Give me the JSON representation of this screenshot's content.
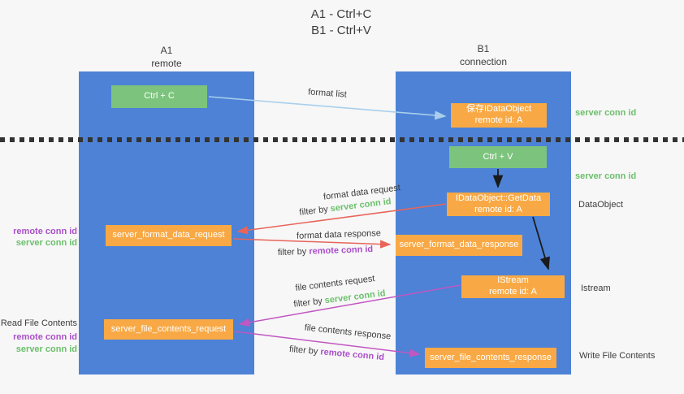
{
  "title": {
    "line1": "A1 - Ctrl+C",
    "line2": "B1 - Ctrl+V"
  },
  "columns": {
    "left": {
      "header_line1": "A1",
      "header_line2": "remote"
    },
    "right": {
      "header_line1": "B1",
      "header_line2": "connection"
    }
  },
  "boxes": {
    "ctrl_c": {
      "label": "Ctrl + C"
    },
    "save_idataobject": {
      "line1": "保存IDataObject",
      "line2": "remote id: A"
    },
    "ctrl_v": {
      "label": "Ctrl + V"
    },
    "getdata": {
      "line1": "IDataObject::GetData",
      "line2": "remote id: A"
    },
    "format_request": {
      "label": "server_format_data_request"
    },
    "format_response": {
      "label": "server_format_data_response"
    },
    "istream": {
      "line1": "IStream",
      "line2": "remote id: A"
    },
    "file_request": {
      "label": "server_file_contents_request"
    },
    "file_response": {
      "label": "server_file_contents_response"
    }
  },
  "arrow_labels": {
    "format_list": "format list",
    "format_data_request": "format data request",
    "format_data_response": "format data response",
    "file_contents_request": "file contents request",
    "file_contents_response": "file contents response",
    "filter_by": "filter by ",
    "server_conn_id": "server conn id",
    "remote_conn_id": "remote conn id"
  },
  "side_labels": {
    "right_server_conn_id_top": "server conn id",
    "right_server_conn_id_mid": "server conn id",
    "data_object": "DataObject",
    "istream": "Istream",
    "write_file_contents": "Write File Contents",
    "left_remote_conn_id_top": "remote conn id",
    "left_server_conn_id_top": "server conn id",
    "read_file_contents": "Read File Contents",
    "left_remote_conn_id_bottom": "remote conn id",
    "left_server_conn_id_bottom": "server conn id"
  },
  "colors": {
    "background": "#f7f7f7",
    "column_blue": "#4d82d6",
    "box_green": "#7cc47d",
    "box_orange": "#f8a945",
    "arrow_light_blue": "#a9cfec",
    "arrow_red": "#e8655c",
    "arrow_magenta": "#c157c1",
    "arrow_black": "#1a1a1a",
    "label_green": "#6cbf6c",
    "label_purple": "#ab4fc8",
    "text_dark": "#3c3c3c"
  }
}
